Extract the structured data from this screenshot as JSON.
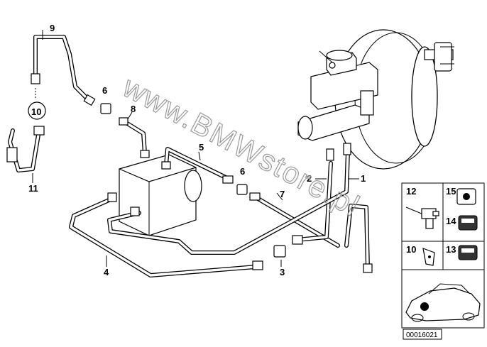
{
  "labels": {
    "p1": "1",
    "p2": "2",
    "p3": "3",
    "p4": "4",
    "p5": "5",
    "p6a": "6",
    "p6b": "6",
    "p7": "7",
    "p8": "8",
    "p9": "9",
    "p10": "10",
    "p11": "11",
    "inset12": "12",
    "inset13": "13",
    "inset14": "14",
    "inset15": "15",
    "inset10": "10"
  },
  "watermark": "www.BMWstore.pl",
  "diagram_code": "00016021"
}
